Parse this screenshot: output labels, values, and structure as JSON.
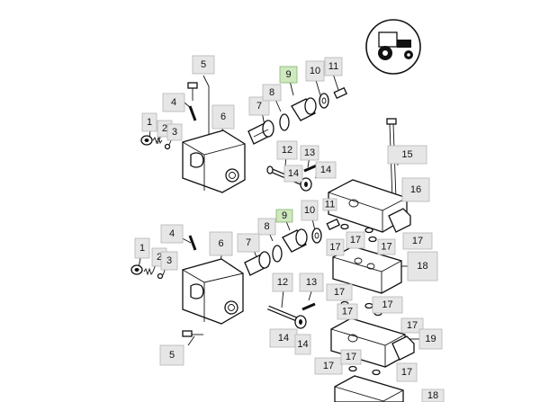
{
  "callouts": [
    {
      "id": "c5a",
      "text": "5",
      "highlight": false
    },
    {
      "id": "c4a",
      "text": "4",
      "highlight": false
    },
    {
      "id": "c1a",
      "text": "1",
      "highlight": false
    },
    {
      "id": "c2a",
      "text": "2",
      "highlight": false
    },
    {
      "id": "c3a",
      "text": "3",
      "highlight": false
    },
    {
      "id": "c6a",
      "text": "6",
      "highlight": false
    },
    {
      "id": "c7a",
      "text": "7",
      "highlight": false
    },
    {
      "id": "c8a",
      "text": "8",
      "highlight": false
    },
    {
      "id": "c9a",
      "text": "9",
      "highlight": true
    },
    {
      "id": "c10a",
      "text": "10",
      "highlight": false
    },
    {
      "id": "c11a",
      "text": "11",
      "highlight": false
    },
    {
      "id": "c12a",
      "text": "12",
      "highlight": false
    },
    {
      "id": "c13a",
      "text": "13",
      "highlight": false
    },
    {
      "id": "c14a",
      "text": "14",
      "highlight": false
    },
    {
      "id": "c14b",
      "text": "14",
      "highlight": false
    },
    {
      "id": "c15",
      "text": "15",
      "highlight": false
    },
    {
      "id": "c16",
      "text": "16",
      "highlight": false
    },
    {
      "id": "c8b",
      "text": "8",
      "highlight": false
    },
    {
      "id": "c9b",
      "text": "9",
      "highlight": true
    },
    {
      "id": "c10b",
      "text": "10",
      "highlight": false
    },
    {
      "id": "c11b",
      "text": "11",
      "highlight": false
    },
    {
      "id": "c17a",
      "text": "17",
      "highlight": false
    },
    {
      "id": "c17b",
      "text": "17",
      "highlight": false
    },
    {
      "id": "c17c",
      "text": "17",
      "highlight": false
    },
    {
      "id": "c17d",
      "text": "17",
      "highlight": false
    },
    {
      "id": "c4b",
      "text": "4",
      "highlight": false
    },
    {
      "id": "c6b",
      "text": "6",
      "highlight": false
    },
    {
      "id": "c1b",
      "text": "1",
      "highlight": false
    },
    {
      "id": "c2b",
      "text": "2",
      "highlight": false
    },
    {
      "id": "c3b",
      "text": "3",
      "highlight": false
    },
    {
      "id": "c7b",
      "text": "7",
      "highlight": false
    },
    {
      "id": "c18",
      "text": "18",
      "highlight": false
    },
    {
      "id": "c12b",
      "text": "12",
      "highlight": false
    },
    {
      "id": "c13b",
      "text": "13",
      "highlight": false
    },
    {
      "id": "c17e",
      "text": "17",
      "highlight": false
    },
    {
      "id": "c17f",
      "text": "17",
      "highlight": false
    },
    {
      "id": "c17g",
      "text": "17",
      "highlight": false
    },
    {
      "id": "c17h",
      "text": "17",
      "highlight": false
    },
    {
      "id": "c14c",
      "text": "14",
      "highlight": false
    },
    {
      "id": "c14d",
      "text": "14",
      "highlight": false
    },
    {
      "id": "c19",
      "text": "19",
      "highlight": false
    },
    {
      "id": "c5b",
      "text": "5",
      "highlight": false
    },
    {
      "id": "c17i",
      "text": "17",
      "highlight": false
    },
    {
      "id": "c17j",
      "text": "17",
      "highlight": false
    },
    {
      "id": "c17k",
      "text": "17",
      "highlight": false
    },
    {
      "id": "c18b",
      "text": "18",
      "highlight": false
    }
  ],
  "colors": {
    "label_bg": "#e6e6e6",
    "label_highlight": "#cfe8bf",
    "line": "#111111"
  },
  "icons": {
    "tractor": "tractor-icon"
  }
}
